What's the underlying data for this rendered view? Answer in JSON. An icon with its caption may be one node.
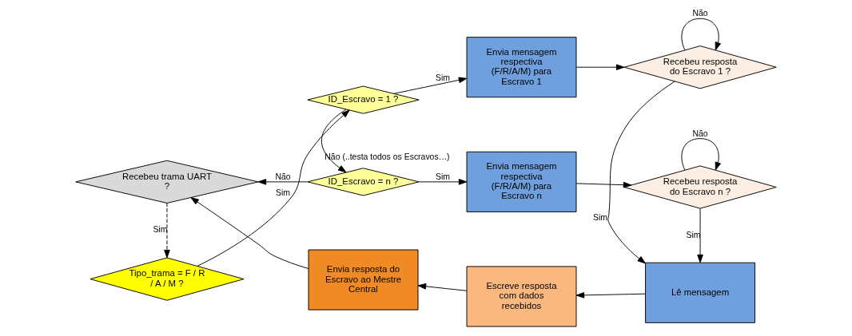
{
  "diagram": {
    "nodes": [
      {
        "text": [
          "Tipo_trama = F / R / A / M ?"
        ]
      },
      {
        "text": [
          "ID_Escravo = 1 ?"
        ]
      },
      {
        "text": [
          "Envia mensagem respectiva (F/R/A/M) para Escravo 1"
        ]
      },
      {
        "text": [
          "Recebeu resposta do Escravo 1 ?"
        ]
      },
      {
        "text": [
          "ID_Escravo = n ?"
        ]
      },
      {
        "text": [
          "Envia mensagem respectiva (F/R/A/M) para Escravo n"
        ]
      },
      {
        "text": [
          "Recebeu resposta do Escravo n ?"
        ]
      },
      {
        "text": [
          "Lê mensagem"
        ]
      },
      {
        "text": [
          "Escreve resposta com dados recebidos"
        ]
      },
      {
        "text": [
          "Envia resposta do Escravo ao Mestre Central"
        ]
      },
      {
        "text": [
          "Recebeu trama UART ?"
        ]
      }
    ],
    "edges": [
      {
        "from": 0,
        "to": 1,
        "arrow": "to",
        "label": "Sim"
      },
      {
        "from": 1,
        "to": 2,
        "arrow": "to",
        "label": "Sim"
      },
      {
        "from": 2,
        "to": 3,
        "arrow": "to"
      },
      {
        "from": 3,
        "to": 3,
        "arrow": "to",
        "label": "Não"
      },
      {
        "from": 1,
        "to": 4,
        "arrow": "to",
        "label": "Não (..testa todos os Escravos…)"
      },
      {
        "from": 4,
        "to": 5,
        "arrow": "to",
        "label": "Sim"
      },
      {
        "from": 5,
        "to": 6,
        "arrow": "to"
      },
      {
        "from": 6,
        "to": 6,
        "arrow": "to",
        "label": "Não"
      },
      {
        "from": 4,
        "to": 10,
        "arrow": "to",
        "label": "Não"
      },
      {
        "from": 3,
        "to": 7,
        "arrow": "to",
        "label": "Sim"
      },
      {
        "from": 6,
        "to": 7,
        "arrow": "to",
        "label": "Sim"
      },
      {
        "from": 7,
        "to": 8,
        "arrow": "to"
      },
      {
        "from": 8,
        "to": 9,
        "arrow": "to"
      },
      {
        "from": 9,
        "to": 10,
        "arrow": "to"
      },
      {
        "from": 10,
        "to": 0,
        "arrow": "to",
        "label": "Sim",
        "style": "dashed"
      }
    ]
  }
}
